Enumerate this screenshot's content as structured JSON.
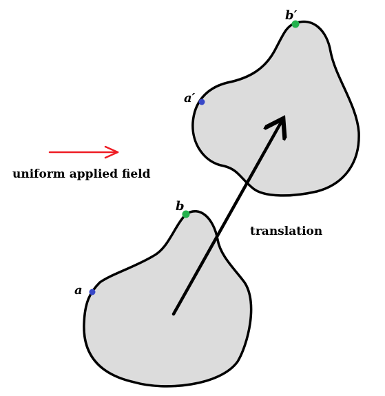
{
  "labels": {
    "field": "uniform applied field",
    "translation": "translation",
    "point_a": "a",
    "point_b": "b",
    "point_a_prime": "a′",
    "point_b_prime": "b′"
  },
  "colors": {
    "body_fill": "#dcdcdc",
    "outline": "#000000",
    "field_arrow": "#ee1c24",
    "point_a": "#3848c8",
    "point_b": "#22b14c"
  }
}
